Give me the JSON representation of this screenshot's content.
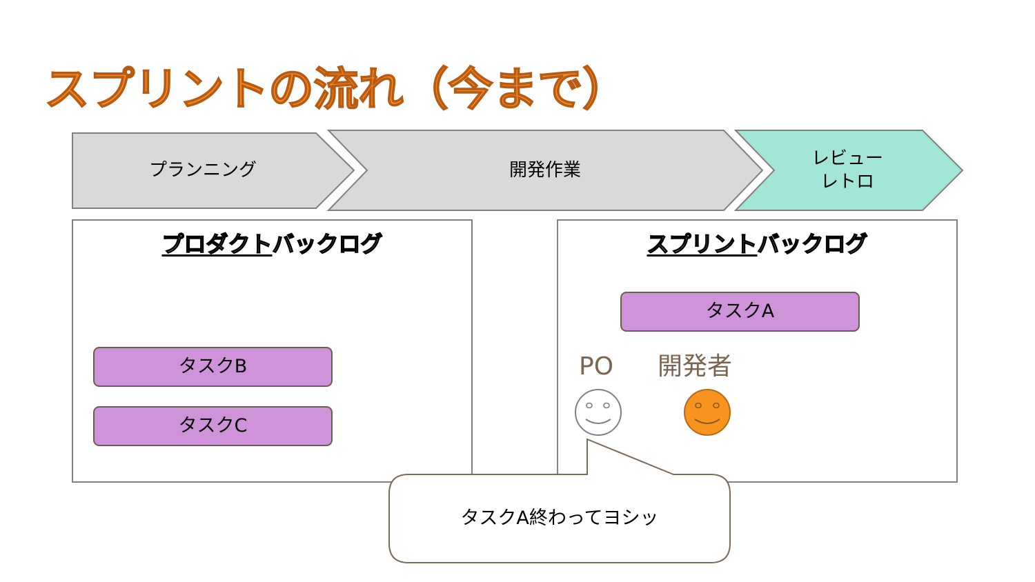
{
  "title": "スプリントの流れ（今まで）",
  "phases": [
    {
      "label": "プランニング",
      "color": "#d9d9d9"
    },
    {
      "label": "開発作業",
      "color": "#d9d9d9"
    },
    {
      "label_line1": "レビュー",
      "label_line2": "レトロ",
      "color": "#a3e6d7"
    }
  ],
  "product_backlog": {
    "title_underlined": "プロダクト",
    "title_rest": "バックログ",
    "tasks": [
      "タスクB",
      "タスクC"
    ]
  },
  "sprint_backlog": {
    "title_underlined": "スプリント",
    "title_rest": "バックログ",
    "tasks": [
      "タスクA"
    ]
  },
  "roles": {
    "po": "PO",
    "developer": "開発者"
  },
  "speech": "タスクA終わってヨシッ",
  "colors": {
    "title": "#f1892a",
    "task": "#ce93d8",
    "developer_face": "#f7931e",
    "review_phase": "#a3e6d7"
  }
}
